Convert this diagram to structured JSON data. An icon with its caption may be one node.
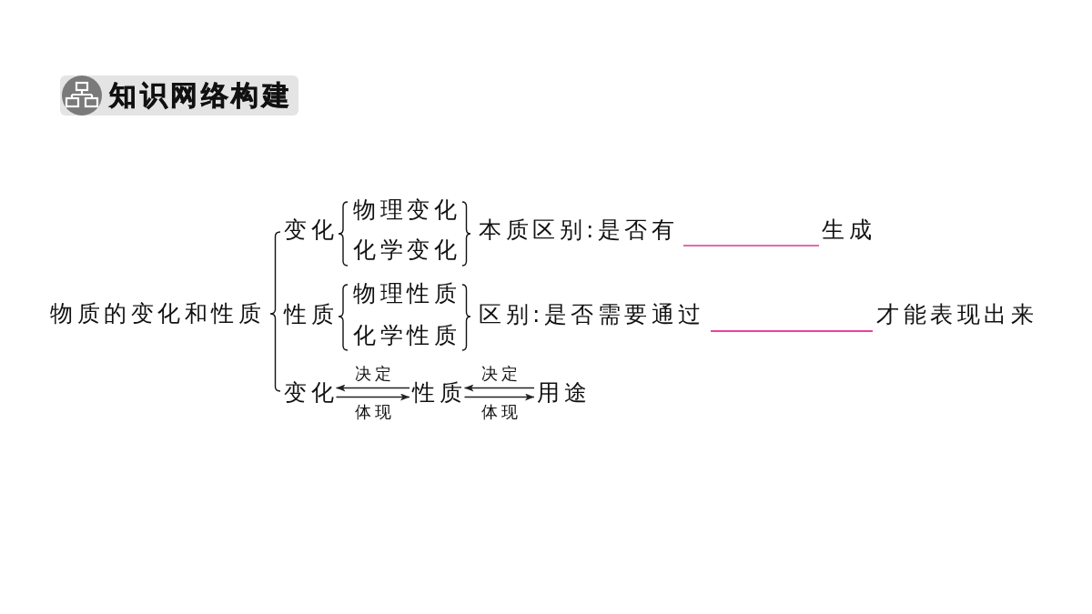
{
  "diagram": {
    "title": "知识网络构建",
    "nodes": [
      {
        "text": [
          "变化"
        ]
      },
      {
        "text": [
          "性质"
        ]
      },
      {
        "text": [
          "用途"
        ]
      }
    ],
    "edges": [
      {
        "from": 1,
        "to": 0,
        "arrow": "to",
        "label": "决定"
      },
      {
        "from": 0,
        "to": 1,
        "arrow": "to",
        "label": "体现"
      },
      {
        "from": 2,
        "to": 1,
        "arrow": "to",
        "label": "决定"
      },
      {
        "from": 1,
        "to": 2,
        "arrow": "to",
        "label": "体现"
      }
    ],
    "labels": [
      "物质的变化和性质",
      "变化",
      "物理变化",
      "化学变化",
      "本质区别:是否有",
      "生成",
      "性质",
      "物理性质",
      "化学性质",
      "区别:是否需要通过",
      "才能表现出来"
    ]
  }
}
